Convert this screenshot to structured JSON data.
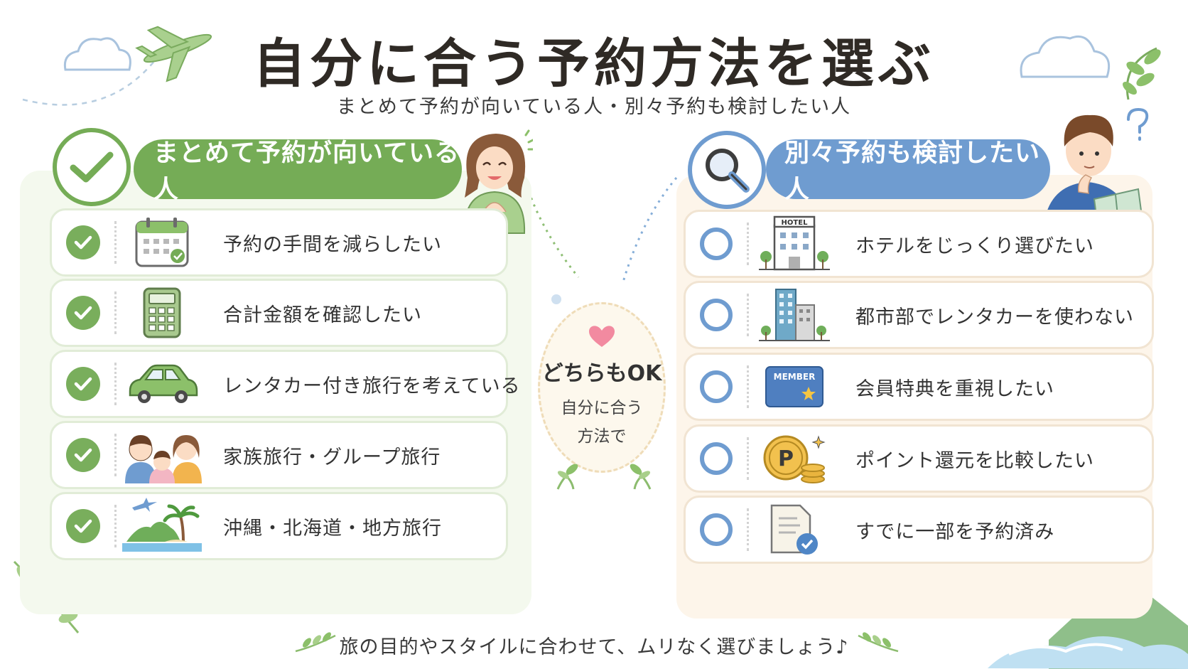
{
  "title": "自分に合う予約方法を選ぶ",
  "subtitle": "まとめて予約が向いている人・別々予約も検討したい人",
  "left": {
    "header": "まとめて予約が向いている人",
    "items": [
      {
        "label": "予約の手間を減らしたい",
        "icon": "calendar-icon"
      },
      {
        "label": "合計金額を確認したい",
        "icon": "calculator-icon"
      },
      {
        "label": "レンタカー付き旅行を考えている",
        "icon": "car-icon"
      },
      {
        "label": "家族旅行・グループ旅行",
        "icon": "family-icon"
      },
      {
        "label": "沖縄・北海道・地方旅行",
        "icon": "island-icon"
      }
    ]
  },
  "right": {
    "header": "別々予約も検討したい人",
    "items": [
      {
        "label": "ホテルをじっくり選びたい",
        "icon": "hotel-icon",
        "icon_text": "HOTEL"
      },
      {
        "label": "都市部でレンタカーを使わない",
        "icon": "city-buildings-icon"
      },
      {
        "label": "会員特典を重視したい",
        "icon": "member-card-icon",
        "icon_text": "MEMBER"
      },
      {
        "label": "ポイント還元を比較したい",
        "icon": "point-coin-icon",
        "icon_text": "P"
      },
      {
        "label": "すでに一部を予約済み",
        "icon": "document-check-icon"
      }
    ]
  },
  "center": {
    "headline": "どちらもOK",
    "line1": "自分に合う",
    "line2": "方法で"
  },
  "footer": "旅の目的やスタイルに合わせて、ムリなく選びましょう♪",
  "colors": {
    "green": "#75ac56",
    "blue": "#6f9cd0",
    "title": "#2f2a25"
  }
}
